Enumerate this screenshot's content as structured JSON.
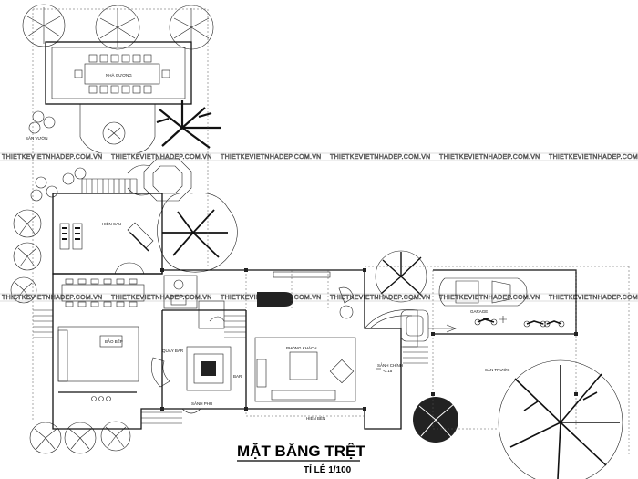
{
  "drawing": {
    "title": "MẶT BẰNG TRỆT",
    "scale": "TỈ LỆ 1/100"
  },
  "rooms": {
    "nha_guong": "NHÀ GƯƠNG",
    "san_vuon": "SÂN VƯỜN",
    "hien_sau": "HIÊN SAU",
    "bao_bep": "BẢO BẾP",
    "quay_bar": "QUẦY BAR",
    "bar": "BAR",
    "sanh_phu": "SẢNH PHỤ",
    "phong_khach": "PHÒNG KHÁCH",
    "sanh_chinh": "SẢNH CHÍNH",
    "level": "-0.15",
    "hien_ben": "HIÊN BÊN",
    "garage": "GARAGE",
    "san_truoc": "SÂN TRƯỚC"
  },
  "watermark": "THIETKEVIETNHADEP.COM.VN",
  "colors": {
    "line": "#111111",
    "background": "#ffffff"
  }
}
